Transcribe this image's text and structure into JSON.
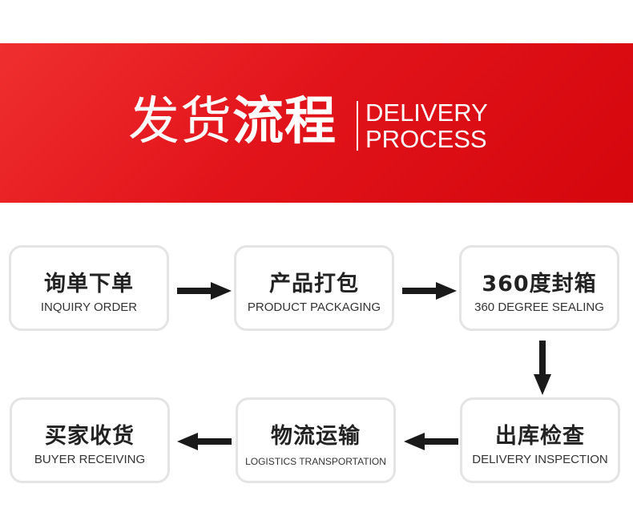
{
  "header": {
    "title_cn_light": "发货",
    "title_cn_bold": "流程",
    "title_en_line1": "DELIVERY",
    "title_en_line2": "PROCESS",
    "background_color": "#e2141b"
  },
  "steps": [
    {
      "cn": "询单下单",
      "en": "INQUIRY ORDER"
    },
    {
      "cn": "产品打包",
      "en": "PRODUCT PACKAGING"
    },
    {
      "cn": "360度封箱",
      "en": "360 DEGREE SEALING"
    },
    {
      "cn": "出库检查",
      "en": "DELIVERY INSPECTION"
    },
    {
      "cn": "物流运输",
      "en": "LOGISTICS TRANSPORTATION"
    },
    {
      "cn": "买家收货",
      "en": "BUYER RECEIVING"
    }
  ],
  "colors": {
    "box_border": "#e4e4e4",
    "arrow": "#1a1a1a",
    "text": "#222222"
  }
}
